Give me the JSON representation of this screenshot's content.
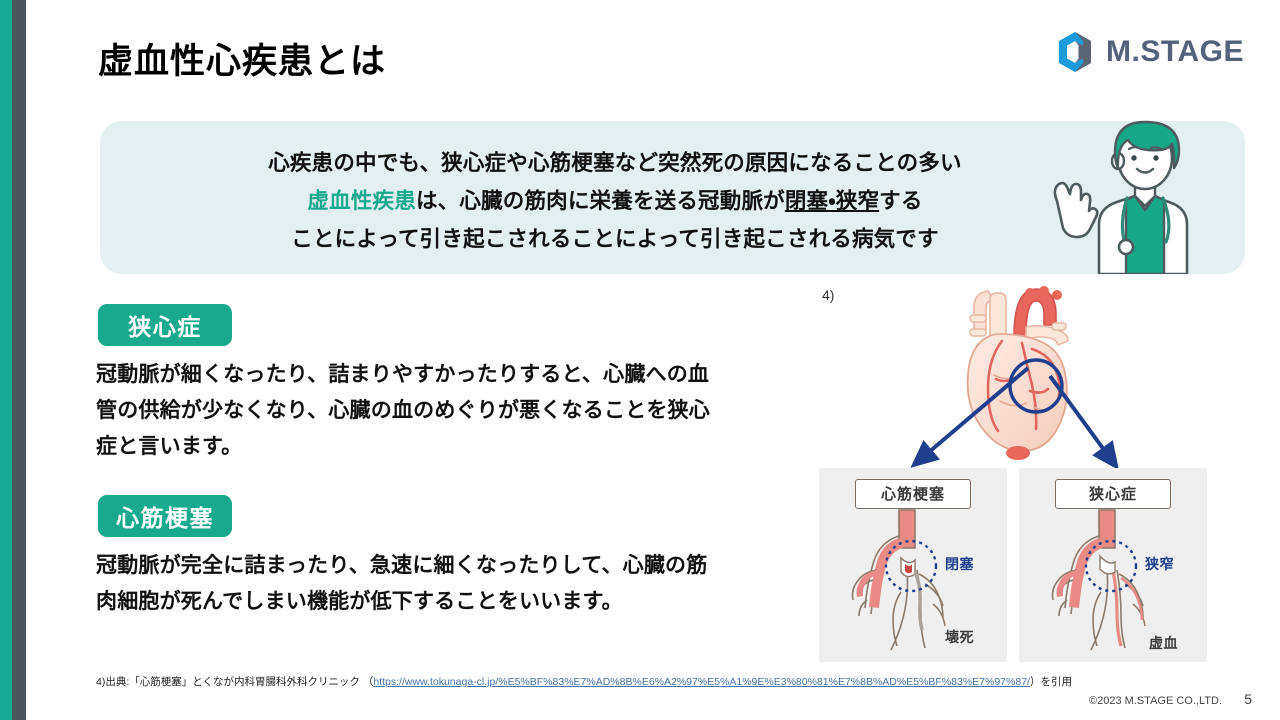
{
  "slide": {
    "title": "虚血性心疾患とは",
    "page_number": "5",
    "accent_teal": "#19a98c",
    "accent_slate": "#4a555c",
    "callout_bg": "#e3eff0"
  },
  "logo": {
    "text": "M.STAGE",
    "mark_icon": "hexagon-logo-icon",
    "mark_color_blue": "#1a9ad6",
    "mark_color_gray": "#5a6676"
  },
  "callout": {
    "line1": "心疾患の中でも、狭心症や心筋梗塞など突然死の原因になることの多い",
    "line2_a": "虚血性疾患",
    "line2_b": "は、心臓の筋肉に栄養を送る冠動脈が",
    "line2_c": "閉塞・狭窄",
    "line2_d": "する",
    "line3": "ことによって引き起こされることによって引き起こされる病気です",
    "doctor_icon": "doctor-illustration"
  },
  "sections": [
    {
      "badge": "狭心症",
      "body": "冠動脈が細くなったり、詰まりやすかったりすると、心臓への血管の供給が少なくなり、心臓の血のめぐりが悪くなることを狭心症と言います。"
    },
    {
      "badge": "心筋梗塞",
      "body": "冠動脈が完全に詰まったり、急速に細くなったりして、心臓の筋肉細胞が死んでしまい機能が低下することをいいます。"
    }
  ],
  "figure": {
    "reference_marker": "4)",
    "heart_icon": "heart-anatomy-illustration",
    "panels": [
      {
        "caption": "心筋梗塞",
        "label_blue": "閉塞",
        "label_dark": "壊死",
        "vessel_icon": "coronary-artery-occlusion-diagram"
      },
      {
        "caption": "狭心症",
        "label_blue": "狭窄",
        "label_dark": "虚血",
        "vessel_icon": "coronary-artery-stenosis-diagram"
      }
    ]
  },
  "footer": {
    "note_prefix": "4)出典:「心筋梗塞」とくなが内科胃腸科外科クリニック （",
    "note_url": "https://www.tokunaga-cl.jp/%E5%BF%83%E7%AD%8B%E6%A2%97%E5%A1%9E%E3%80%81%E7%8B%AD%E5%BF%83%E7%97%87/",
    "note_suffix": "）を引用",
    "copyright": "©2023 M.STAGE CO.,LTD."
  }
}
